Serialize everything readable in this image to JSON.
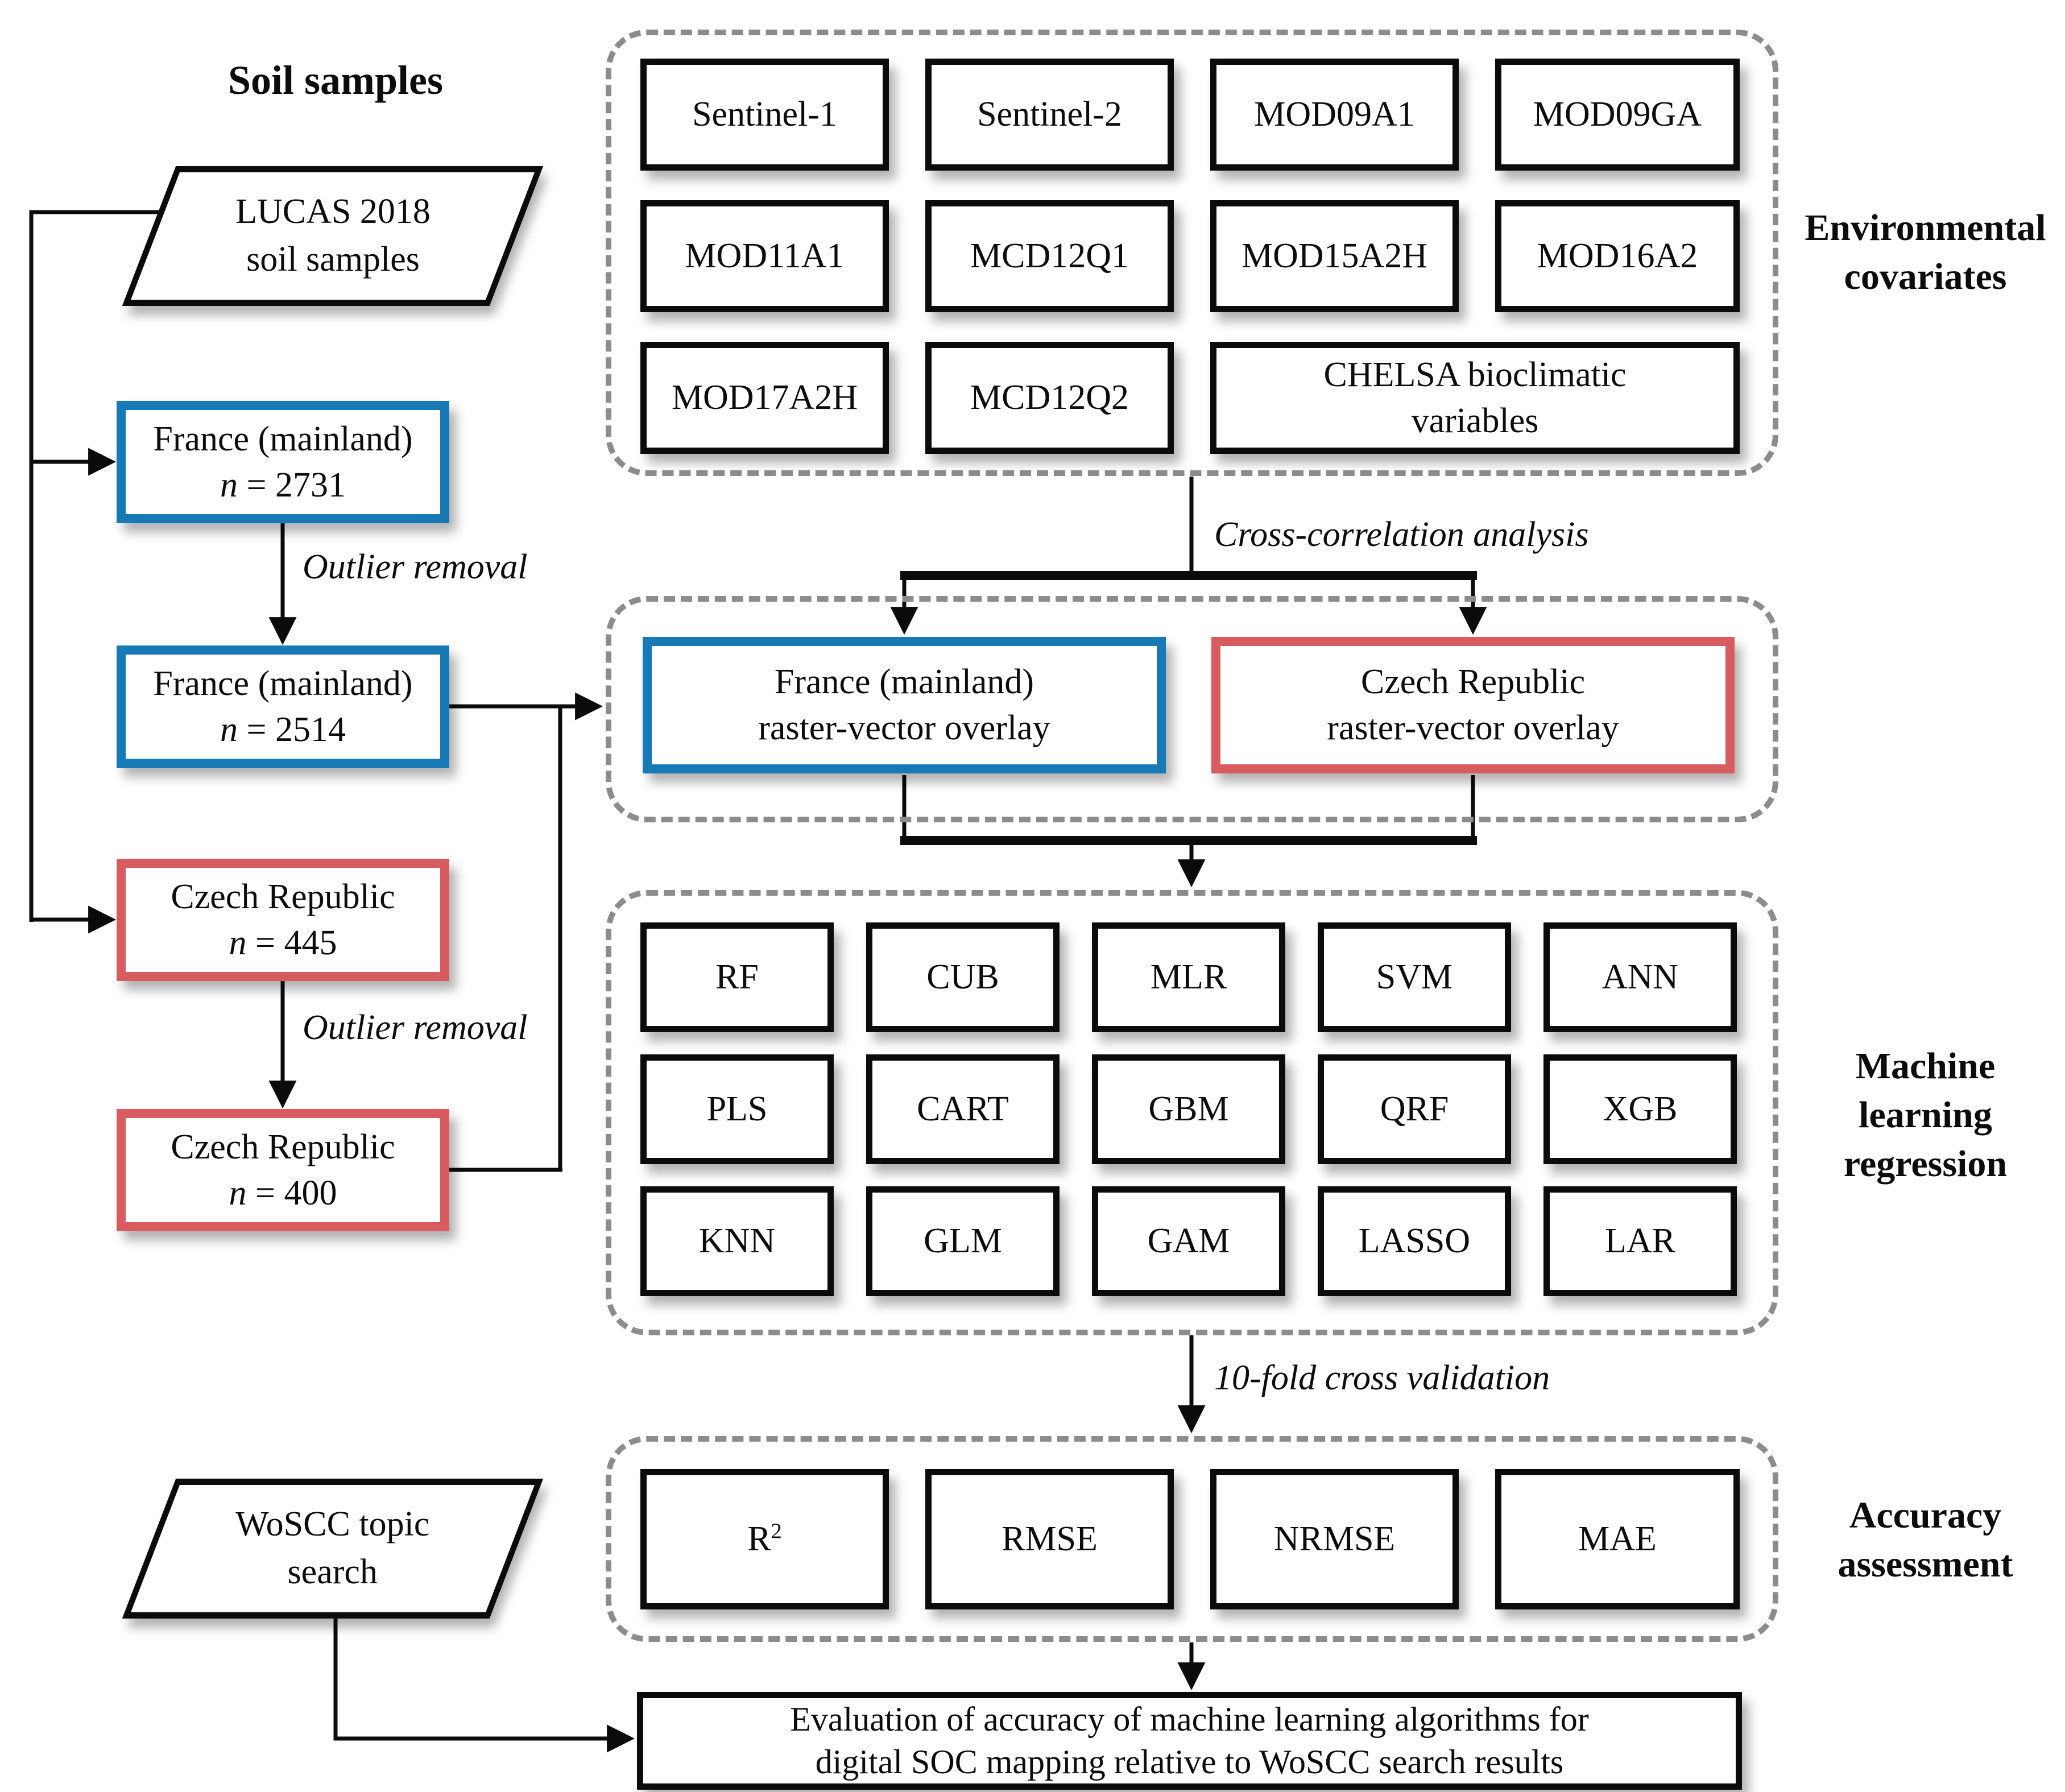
{
  "palette": {
    "blue": "#1779b5",
    "red": "#d85c5f",
    "dash": "#8c8c8c",
    "line": "#0b0b0b"
  },
  "soil": {
    "heading": "Soil samples",
    "lucas": "LUCAS 2018\nsoil samples",
    "boxes": [
      {
        "line1": "France (mainland)",
        "n": "n",
        "count": " = 2731",
        "color": "blue"
      },
      {
        "line1": "France (mainland)",
        "n": "n",
        "count": " = 2514",
        "color": "blue"
      },
      {
        "line1": "Czech Republic",
        "n": "n",
        "count": " = 445",
        "color": "red"
      },
      {
        "line1": "Czech Republic",
        "n": "n",
        "count": " = 400",
        "color": "red"
      }
    ],
    "outlier_label_1": "Outlier removal",
    "outlier_label_2": "Outlier removal"
  },
  "covariates": {
    "label": "Environmental\ncovariates",
    "items": [
      "Sentinel-1",
      "Sentinel-2",
      "MOD09A1",
      "MOD09GA",
      "MOD11A1",
      "MCD12Q1",
      "MOD15A2H",
      "MOD16A2",
      "MOD17A2H",
      "MCD12Q2",
      "CHELSA bioclimatic\nvariables"
    ]
  },
  "cross_correlation_label": "Cross-correlation analysis",
  "overlay": {
    "france": "France (mainland)\nraster-vector overlay",
    "czech": "Czech Republic\nraster-vector overlay"
  },
  "ml": {
    "label": "Machine\nlearning\nregression",
    "items": [
      "RF",
      "CUB",
      "MLR",
      "SVM",
      "ANN",
      "PLS",
      "CART",
      "GBM",
      "QRF",
      "XGB",
      "KNN",
      "GLM",
      "GAM",
      "LASSO",
      "LAR"
    ]
  },
  "cv_label": "10-fold cross validation",
  "accuracy": {
    "label": "Accuracy\nassessment",
    "items": [
      {
        "base": "R",
        "sup": "2"
      },
      {
        "label": "RMSE"
      },
      {
        "label": "NRMSE"
      },
      {
        "label": "MAE"
      }
    ]
  },
  "woscc": "WoSCC topic\nsearch",
  "final_box": "Evaluation of accuracy of machine learning algorithms for\ndigital SOC mapping relative to WoSCC search results"
}
